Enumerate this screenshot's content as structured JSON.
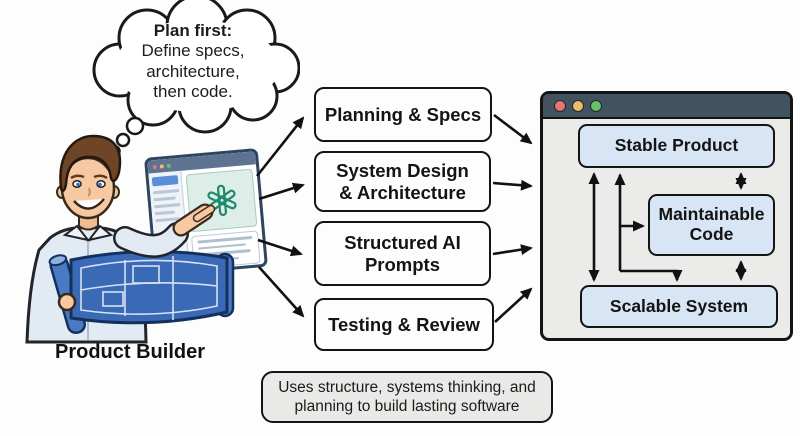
{
  "colors": {
    "background": "#fdfdfd",
    "stage_purple": "#ded3ea",
    "stage_yellow": "#f9efc7",
    "stage_green": "#d9e8d3",
    "outcome_blue": "#d7e5f4",
    "window_titlebar": "#42525e",
    "window_body": "#ebebe9",
    "caption_bg": "#e9e9e7",
    "traffic_red": "#e8766f",
    "traffic_yellow": "#e9bd68",
    "traffic_green": "#69c16d",
    "chat_titlebar": "#5e7291",
    "chat_accent_button": "#5b8ed8",
    "openai_green": "#1f8a6d",
    "arrow": "#111111"
  },
  "thought_bubble": {
    "title": "Plan first:",
    "line1": "Define specs,",
    "line2": "architecture,",
    "line3": "then code."
  },
  "actor": {
    "label": "Product Builder"
  },
  "stages": [
    {
      "label": "Planning & Specs",
      "color": "#ded3ea"
    },
    {
      "label": "System Design\n& Architecture",
      "color": "#f9efc7"
    },
    {
      "label": "Structured AI\nPrompts",
      "color": "#d9e8d3"
    },
    {
      "label": "Testing & Review",
      "color": "#ded3ea"
    }
  ],
  "outcomes": [
    {
      "label": "Stable Product",
      "color": "#d7e5f4"
    },
    {
      "label": "Maintainable\nCode",
      "color": "#d7e5f4"
    },
    {
      "label": "Scalable System",
      "color": "#d7e5f4"
    }
  ],
  "caption": {
    "text": "Uses structure, systems thinking, and\nplanning to build lasting software"
  }
}
